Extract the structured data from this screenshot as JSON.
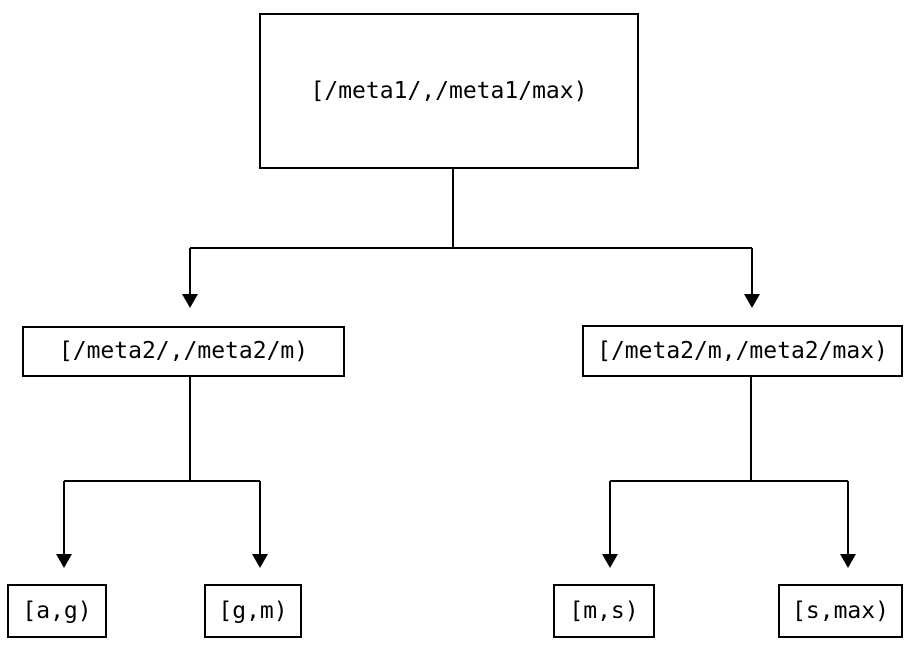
{
  "diagram": {
    "type": "tree",
    "background_color": "#ffffff",
    "line_color": "#000000",
    "box_border_color": "#000000",
    "text_color": "#000000",
    "nodes": {
      "root": {
        "label": "[/meta1/,/meta1/max)"
      },
      "meta2_low": {
        "label": "[/meta2/,/meta2/m)"
      },
      "meta2_high": {
        "label": "[/meta2/m,/meta2/max)"
      },
      "leaf_a_g": {
        "label": "[a,g)"
      },
      "leaf_g_m": {
        "label": "[g,m)"
      },
      "leaf_m_s": {
        "label": "[m,s)"
      },
      "leaf_s_max": {
        "label": "[s,max)"
      }
    },
    "edges": [
      {
        "from": "root",
        "to": "meta2_low"
      },
      {
        "from": "root",
        "to": "meta2_high"
      },
      {
        "from": "meta2_low",
        "to": "leaf_a_g"
      },
      {
        "from": "meta2_low",
        "to": "leaf_g_m"
      },
      {
        "from": "meta2_high",
        "to": "leaf_m_s"
      },
      {
        "from": "meta2_high",
        "to": "leaf_s_max"
      }
    ]
  }
}
